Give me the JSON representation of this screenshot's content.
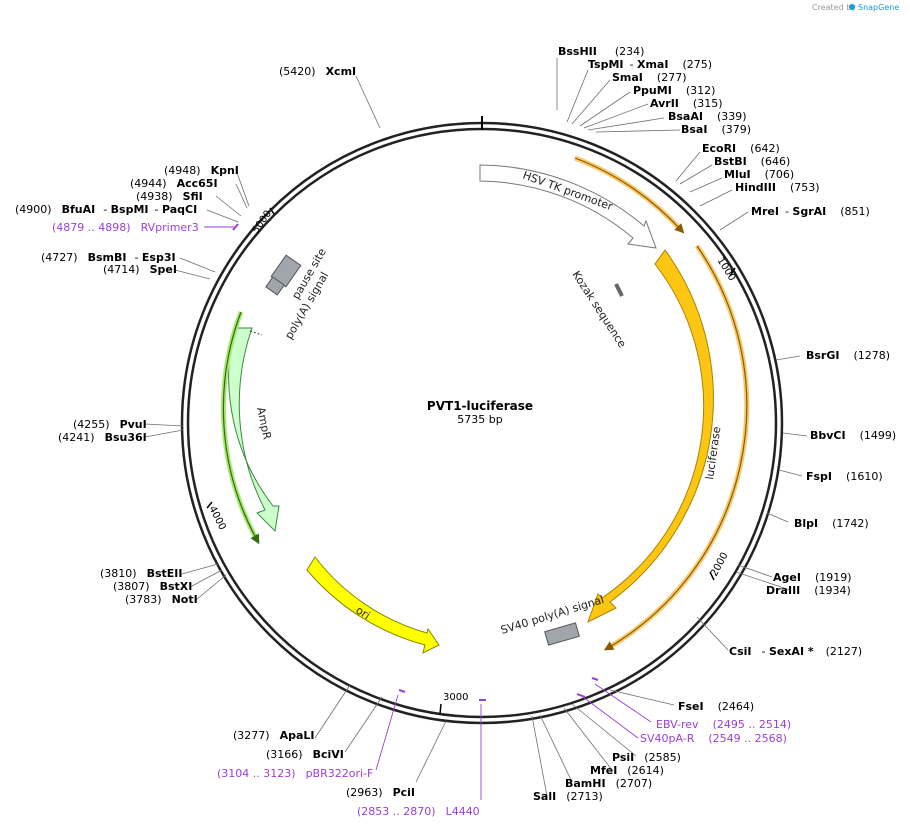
{
  "credit": {
    "created_by": "Created by",
    "app": "SnapGene"
  },
  "plasmid": {
    "name": "PVT1-luciferase",
    "length": "5735 bp"
  },
  "ticks": [
    "1000",
    "2000",
    "3000",
    "4000",
    "5000"
  ],
  "features": {
    "hsv": "HSV TK promoter",
    "kozak": "Kozak sequence",
    "luciferase": "luciferase",
    "sv40": "SV40 poly(A) signal",
    "ori": "ori",
    "ampr": "AmpR",
    "pause": "pause site",
    "polya": "poly(A) signal"
  },
  "sites": [
    {
      "name": "BssHII",
      "pos": "(234)"
    },
    {
      "name": "TspMI",
      "sep": "- ",
      "name2": "XmaI",
      "pos": "(275)"
    },
    {
      "name": "SmaI",
      "pos": "(277)"
    },
    {
      "name": "PpuMI",
      "pos": "(312)"
    },
    {
      "name": "AvrII",
      "pos": "(315)"
    },
    {
      "name": "BsaAI",
      "pos": "(339)"
    },
    {
      "name": "BsaI",
      "pos": "(379)"
    },
    {
      "name": "EcoRI",
      "pos": "(642)"
    },
    {
      "name": "BstBI",
      "pos": "(646)"
    },
    {
      "name": "MluI",
      "pos": "(706)"
    },
    {
      "name": "HindIII",
      "pos": "(753)"
    },
    {
      "name": "MreI",
      "sep": "- ",
      "name2": "SgrAI",
      "pos": "(851)"
    },
    {
      "name": "BsrGI",
      "pos": "(1278)"
    },
    {
      "name": "BbvCI",
      "pos": "(1499)"
    },
    {
      "name": "FspI",
      "pos": "(1610)"
    },
    {
      "name": "BlpI",
      "pos": "(1742)"
    },
    {
      "name": "AgeI",
      "pos": "(1919)"
    },
    {
      "name": "DraIII",
      "pos": "(1934)"
    },
    {
      "name": "CsiI",
      "sep": "- ",
      "name2": "SexAI *",
      "pos": "(2127)"
    },
    {
      "name": "FseI",
      "pos": "(2464)"
    },
    {
      "name": "PsiI",
      "pos": "(2585)"
    },
    {
      "name": "MfeI",
      "pos": "(2614)"
    },
    {
      "name": "BamHI",
      "pos": "(2707)"
    },
    {
      "name": "SalI",
      "pos": "(2713)"
    },
    {
      "name": "PciI",
      "pos": "(2963)"
    },
    {
      "name": "BciVI",
      "pos": "(3166)"
    },
    {
      "name": "ApaLI",
      "pos": "(3277)"
    },
    {
      "name": "NotI",
      "pos": "(3783)"
    },
    {
      "name": "BstXI",
      "pos": "(3807)"
    },
    {
      "name": "BstEII",
      "pos": "(3810)"
    },
    {
      "name": "Bsu36I",
      "pos": "(4241)"
    },
    {
      "name": "PvuI",
      "pos": "(4255)"
    },
    {
      "name": "SpeI",
      "pos": "(4714)"
    },
    {
      "name": "BsmBI",
      "sep": "- ",
      "name2": "Esp3I",
      "pos": "(4727)"
    },
    {
      "name": "BfuAI",
      "sep": "- ",
      "name2": "BspMI",
      "sep2": "- ",
      "name3": "PaqCI",
      "pos": "(4900)"
    },
    {
      "name": "SfiI",
      "pos": "(4938)"
    },
    {
      "name": "Acc65I",
      "pos": "(4944)"
    },
    {
      "name": "KpnI",
      "pos": "(4948)"
    },
    {
      "name": "XcmI",
      "pos": "(5420)"
    }
  ],
  "primers": [
    {
      "name": "EBV-rev",
      "pos": "(2495 .. 2514)"
    },
    {
      "name": "SV40pA-R",
      "pos": "(2549 .. 2568)"
    },
    {
      "name": "L4440",
      "pos": "(2853 .. 2870)"
    },
    {
      "name": "pBR322ori-F",
      "pos": "(3104 .. 3123)"
    },
    {
      "name": "RVprimer3",
      "pos": "(4879 .. 4898)"
    }
  ],
  "colors": {
    "luciferase": "#fcc612",
    "ori": "#ffff00",
    "ampr": "#ccffcc",
    "signal": "#a0a6ac",
    "primer": "#9b3fd6",
    "backbone": "#222222"
  }
}
